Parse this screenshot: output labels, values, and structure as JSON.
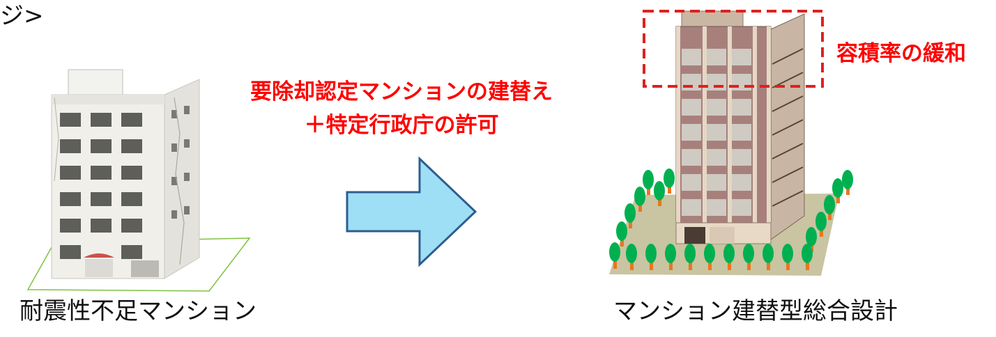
{
  "header_fragment": "ジ>",
  "before": {
    "caption": "耐震性不足マンション"
  },
  "condition": {
    "line1": "要除却認定マンションの建替え",
    "line2": "＋特定行政庁の許可"
  },
  "after": {
    "caption": "マンション建替型総合設計",
    "highlight_label": "容積率の緩和"
  },
  "colors": {
    "emphasis_text": "#ff0000",
    "dashed_box": "#e02020",
    "arrow_fill": "#9fdff5",
    "arrow_stroke": "#2e5d8f",
    "tree_foliage": "#00b050",
    "tree_trunk": "#e8771e",
    "ground": "#c9c4a2"
  }
}
